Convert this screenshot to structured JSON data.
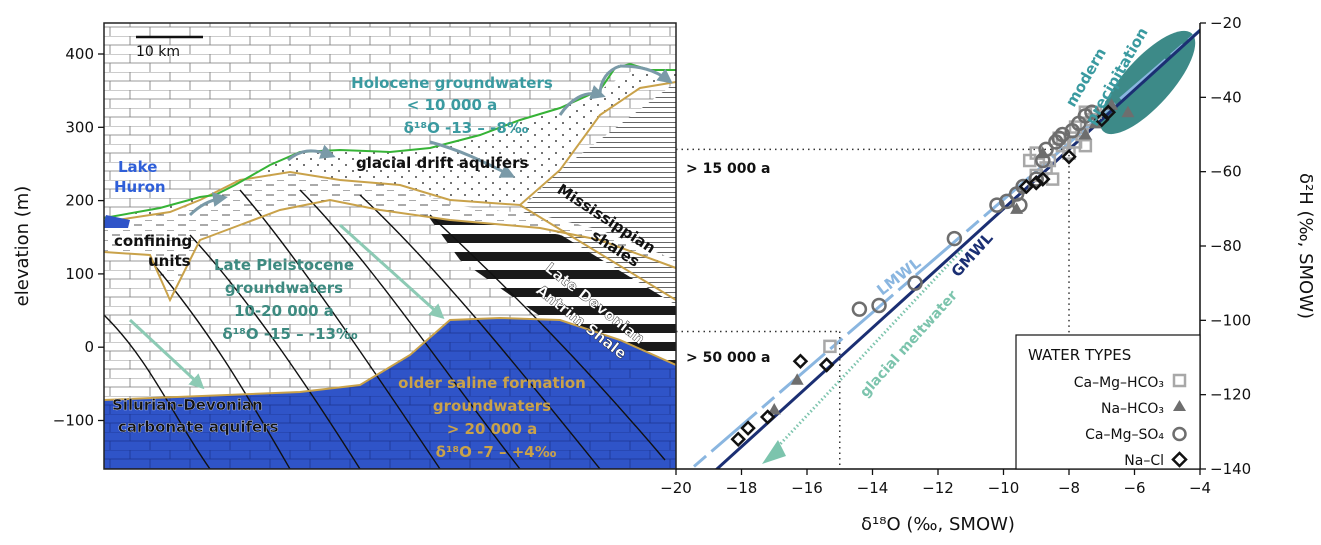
{
  "cross_section": {
    "ylabel": "elevation (m)",
    "yticks": [
      "400",
      "300",
      "200",
      "100",
      "0",
      "−100"
    ],
    "scale_bar": "10 km",
    "labels": {
      "lake_line1": "Lake",
      "lake_line2": "Huron",
      "holocene_line1": "Holocene groundwaters",
      "holocene_line2": "< 10 000 a",
      "holocene_line3": "δ¹⁸O -13 – -8‰",
      "glacial_drift": "glacial drift aquifers",
      "confining_line1": "confining",
      "confining_line2": "units",
      "late_pleist_line1": "Late Pleistocene",
      "late_pleist_line2": "groundwaters",
      "late_pleist_line3": "10-20 000 a",
      "late_pleist_line4": "δ¹⁸O -15 – -13‰",
      "miss_line1": "Mississippian",
      "miss_line2": "shales",
      "antrim_line1": "Late Devonian",
      "antrim_line2": "Antrim Shale",
      "older_line1": "older saline formation",
      "older_line2": "groundwaters",
      "older_line3": "> 20 000 a",
      "older_line4": "δ¹⁸O -7 – +4‰",
      "silurian_line1": "Silurian-Devonian",
      "silurian_line2": "carbonate aquifers"
    }
  },
  "chart_data": {
    "type": "scatter",
    "xlabel": "δ¹⁸O (‰, SMOW)",
    "ylabel": "δ²H (‰, SMOW)",
    "xlim": [
      -20,
      -4
    ],
    "ylim": [
      -140,
      -20
    ],
    "xticks": [
      "−20",
      "−18",
      "−16",
      "−14",
      "−12",
      "−10",
      "−8",
      "−6",
      "−4"
    ],
    "yticks": [
      "−20",
      "−40",
      "−60",
      "−80",
      "−100",
      "−120",
      "−140"
    ],
    "lines": {
      "gmwl": {
        "name": "GMWL",
        "slope": 8,
        "intercept": 10
      },
      "lmwl": {
        "name": "LMWL",
        "slope": 7.6,
        "intercept": 8.5
      }
    },
    "annotations": {
      "modern_line1": "modern",
      "modern_line2": "precipitation",
      "age_15000": "> 15 000 a",
      "age_50000": "> 50 000 a",
      "meltwater": "glacial meltwater",
      "ref_15000": {
        "x": -8.0,
        "y": -54
      },
      "ref_50000": {
        "x": -15.0,
        "y": -103
      }
    },
    "legend": {
      "title": "WATER TYPES",
      "position": "bottom-right",
      "entries": [
        "Ca–Mg–HCO₃",
        "Na–HCO₃",
        "Ca–Mg–SO₄",
        "Na–Cl"
      ]
    },
    "series": [
      {
        "name": "Ca–Mg–HCO₃",
        "marker": "square",
        "color": "#a8a8a8",
        "points": [
          [
            -15.3,
            -107
          ],
          [
            -9.2,
            -57
          ],
          [
            -9.0,
            -55
          ],
          [
            -8.7,
            -59
          ],
          [
            -8.5,
            -62
          ],
          [
            -8.3,
            -51
          ],
          [
            -8.0,
            -55
          ],
          [
            -7.8,
            -48
          ],
          [
            -7.6,
            -50
          ],
          [
            -7.5,
            -53
          ],
          [
            -7.3,
            -46
          ],
          [
            -7.2,
            -44
          ],
          [
            -7.5,
            -44
          ],
          [
            -7.8,
            -52
          ],
          [
            -9.0,
            -61
          ],
          [
            -8.6,
            -57
          ],
          [
            -8.2,
            -53
          ]
        ]
      },
      {
        "name": "Na–HCO₃",
        "marker": "triangle",
        "color": "#6e6e6e",
        "points": [
          [
            -16.3,
            -116
          ],
          [
            -17.0,
            -124
          ],
          [
            -9.6,
            -70
          ],
          [
            -7.2,
            -47
          ],
          [
            -6.7,
            -42
          ],
          [
            -6.2,
            -44
          ],
          [
            -7.5,
            -50
          ],
          [
            -8.8,
            -55
          ]
        ]
      },
      {
        "name": "Ca–Mg–SO₄",
        "marker": "circle",
        "color": "#6e6e6e",
        "points": [
          [
            -14.4,
            -97
          ],
          [
            -13.8,
            -96
          ],
          [
            -12.7,
            -90
          ],
          [
            -11.5,
            -78
          ],
          [
            -10.2,
            -69
          ],
          [
            -9.9,
            -68
          ],
          [
            -9.6,
            -66
          ],
          [
            -9.4,
            -64
          ],
          [
            -8.8,
            -57
          ],
          [
            -8.7,
            -54
          ],
          [
            -8.4,
            -52
          ],
          [
            -8.3,
            -51
          ],
          [
            -8.2,
            -50
          ],
          [
            -7.9,
            -49
          ],
          [
            -7.7,
            -47
          ],
          [
            -7.3,
            -44
          ],
          [
            -9.5,
            -69
          ],
          [
            -9.0,
            -62
          ],
          [
            -7.5,
            -45
          ]
        ]
      },
      {
        "name": "Na–Cl",
        "marker": "diamond",
        "color": "#111111",
        "points": [
          [
            -18.1,
            -132
          ],
          [
            -17.8,
            -129
          ],
          [
            -17.2,
            -126
          ],
          [
            -16.2,
            -111
          ],
          [
            -15.4,
            -112
          ],
          [
            -9.3,
            -64
          ],
          [
            -8.8,
            -62
          ],
          [
            -8.0,
            -56
          ],
          [
            -7.0,
            -46
          ],
          [
            -6.8,
            -44
          ],
          [
            -9.0,
            -63
          ]
        ]
      }
    ]
  },
  "colors": {
    "blue": "#2f54c8",
    "teal": "#3a9aa0",
    "teal_dark": "#3d8a80",
    "tan": "#c9a24a",
    "green_line": "#36b336",
    "gmwl": "#1b2f73",
    "lmwl": "#8ab6e0",
    "ellipse": "#3d8a88",
    "meltwater": "#7cc4ad"
  }
}
